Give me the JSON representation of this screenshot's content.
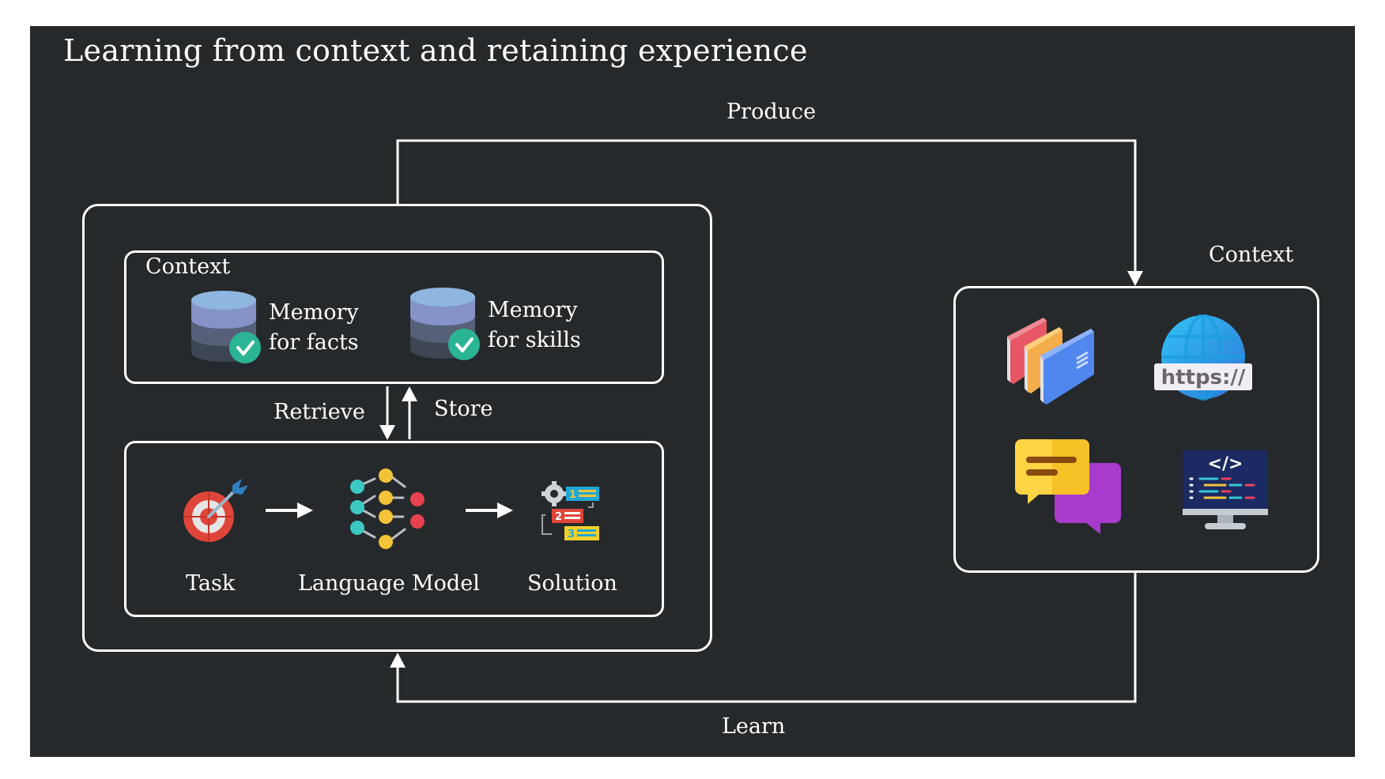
{
  "title": "Learning from context and retaining experience",
  "arrows": {
    "produce_label": "Produce",
    "learn_label": "Learn",
    "retrieve_label": "Retrieve",
    "store_label": "Store"
  },
  "agent_box": {
    "context_box": {
      "label": "Context",
      "memories": [
        {
          "line1": "Memory",
          "line2": "for facts",
          "icon": "database-check-icon"
        },
        {
          "line1": "Memory",
          "line2": "for skills",
          "icon": "database-check-icon"
        }
      ]
    },
    "pipeline": [
      {
        "label": "Task",
        "icon": "target-dart-icon"
      },
      {
        "label": "Language Model",
        "icon": "neural-network-icon"
      },
      {
        "label": "Solution",
        "icon": "ordered-steps-icon"
      }
    ]
  },
  "external_context": {
    "label": "Context",
    "icons": [
      {
        "name": "books-icon"
      },
      {
        "name": "web-globe-icon",
        "text": "https://"
      },
      {
        "name": "chat-bubbles-icon"
      },
      {
        "name": "code-monitor-icon",
        "text": "</>"
      }
    ]
  },
  "colors": {
    "background": "#26292b",
    "stroke": "#ffffff",
    "check_green": "#2bb594",
    "db_top": "#8fb6e0",
    "db_mid": "#8593c9"
  }
}
